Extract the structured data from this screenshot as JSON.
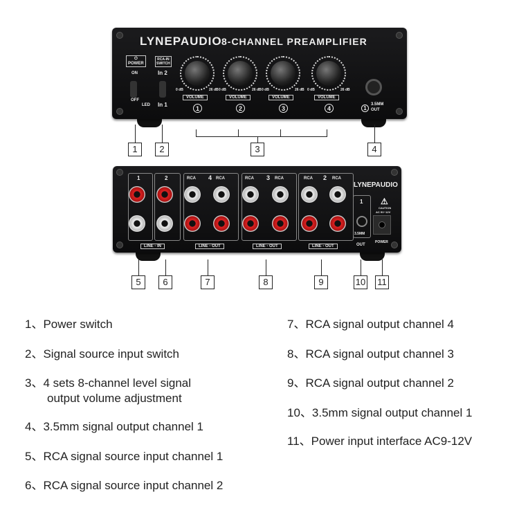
{
  "front_panel": {
    "brand": "LYNEPAUDIO",
    "title": "8-CHANNEL PREAMPLIFIER",
    "power_label": "POWER",
    "on_label": "ON",
    "off_label": "OFF",
    "led_label": "LED",
    "switch_label_1": "RCA-IN",
    "switch_label_2": "SWITCH",
    "in2_label": "In 2",
    "in1_label": "In 1",
    "knob_min": "0 dB",
    "knob_max": "26 dB",
    "volume_label": "VOLUME",
    "channels": [
      "1",
      "2",
      "3",
      "4"
    ],
    "out_number": "1",
    "out_label_1": "3.5MM",
    "out_label_2": "OUT"
  },
  "rear_panel": {
    "brand": "LYNEPAUDIO",
    "input_numbers": [
      "1",
      "2"
    ],
    "rca_label": "RCA",
    "output_numbers": [
      "4",
      "3",
      "2"
    ],
    "line_in": "LINE - IN",
    "line_out": "LINE - OUT",
    "out_number": "1",
    "jack_label": "3.5MM",
    "out_label": "OUT",
    "caution": "CAUTION",
    "voltage": "AC 9V~12V",
    "power_label": "POWER"
  },
  "callouts_front": [
    "1",
    "2",
    "3",
    "4"
  ],
  "callouts_rear": [
    "5",
    "6",
    "7",
    "8",
    "9",
    "10",
    "11"
  ],
  "legend": {
    "left": [
      "1、Power switch",
      "2、Signal source input switch",
      "3、4 sets 8-channel level signal",
      "output  volume adjustment",
      "4、3.5mm signal output channel 1",
      "5、RCA signal source input channel 1",
      "6、RCA signal source input channel 2"
    ],
    "right": [
      "7、RCA signal output channel 4",
      "8、RCA signal output channel 3",
      "9、RCA signal output channel 2",
      "10、3.5mm signal output channel 1",
      "11、Power input interface AC9-12V"
    ]
  }
}
